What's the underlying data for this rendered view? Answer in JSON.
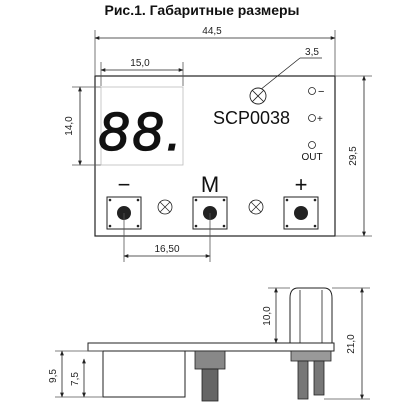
{
  "title": "Рис.1. Габаритные размеры",
  "top_view": {
    "dims": {
      "width": "44,5",
      "display_width": "15,0",
      "hole": "3,5",
      "height": "29,5",
      "display_height": "14,0",
      "button_pitch": "16,50"
    },
    "model": "SCP0038",
    "display_digits": "88.",
    "buttons": {
      "minus": "−",
      "mode": "M",
      "plus": "+"
    },
    "pins": {
      "minus": "−",
      "plus": "+",
      "out": "OUT"
    }
  },
  "side_view": {
    "dims": {
      "total_height": "21,0",
      "connector_height": "10,0",
      "left_outer": "9,5",
      "left_inner": "7,5"
    }
  }
}
